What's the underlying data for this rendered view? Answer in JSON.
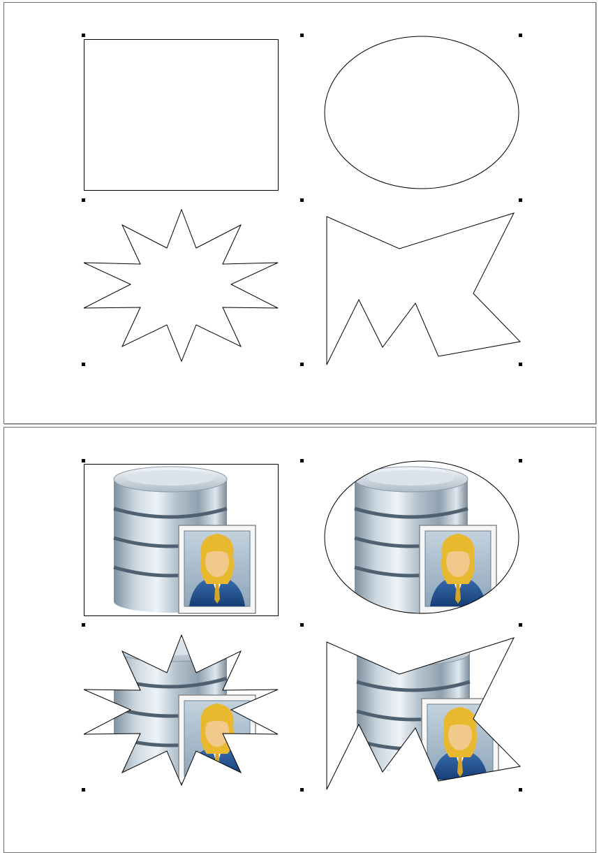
{
  "document": {
    "pages": [
      {
        "name": "outline-shapes",
        "shapes": [
          "rectangle",
          "ellipse",
          "star",
          "freeform-polygon"
        ]
      },
      {
        "name": "image-filled-shapes",
        "shapes": [
          "rectangle",
          "ellipse",
          "star",
          "freeform-polygon"
        ],
        "fill_image": "database-user-icon"
      }
    ]
  },
  "colors": {
    "outline": "#000000",
    "page_border": "#6d6d6d",
    "handle": "#000000",
    "cylinder_light": "#e8eef3",
    "cylinder_mid": "#a9b8c4",
    "cylinder_dark": "#5f7181",
    "portrait_bg": "#9fb4c6",
    "hair": "#e8b92f",
    "face": "#f1c98a",
    "suit": "#1f4f8f"
  }
}
